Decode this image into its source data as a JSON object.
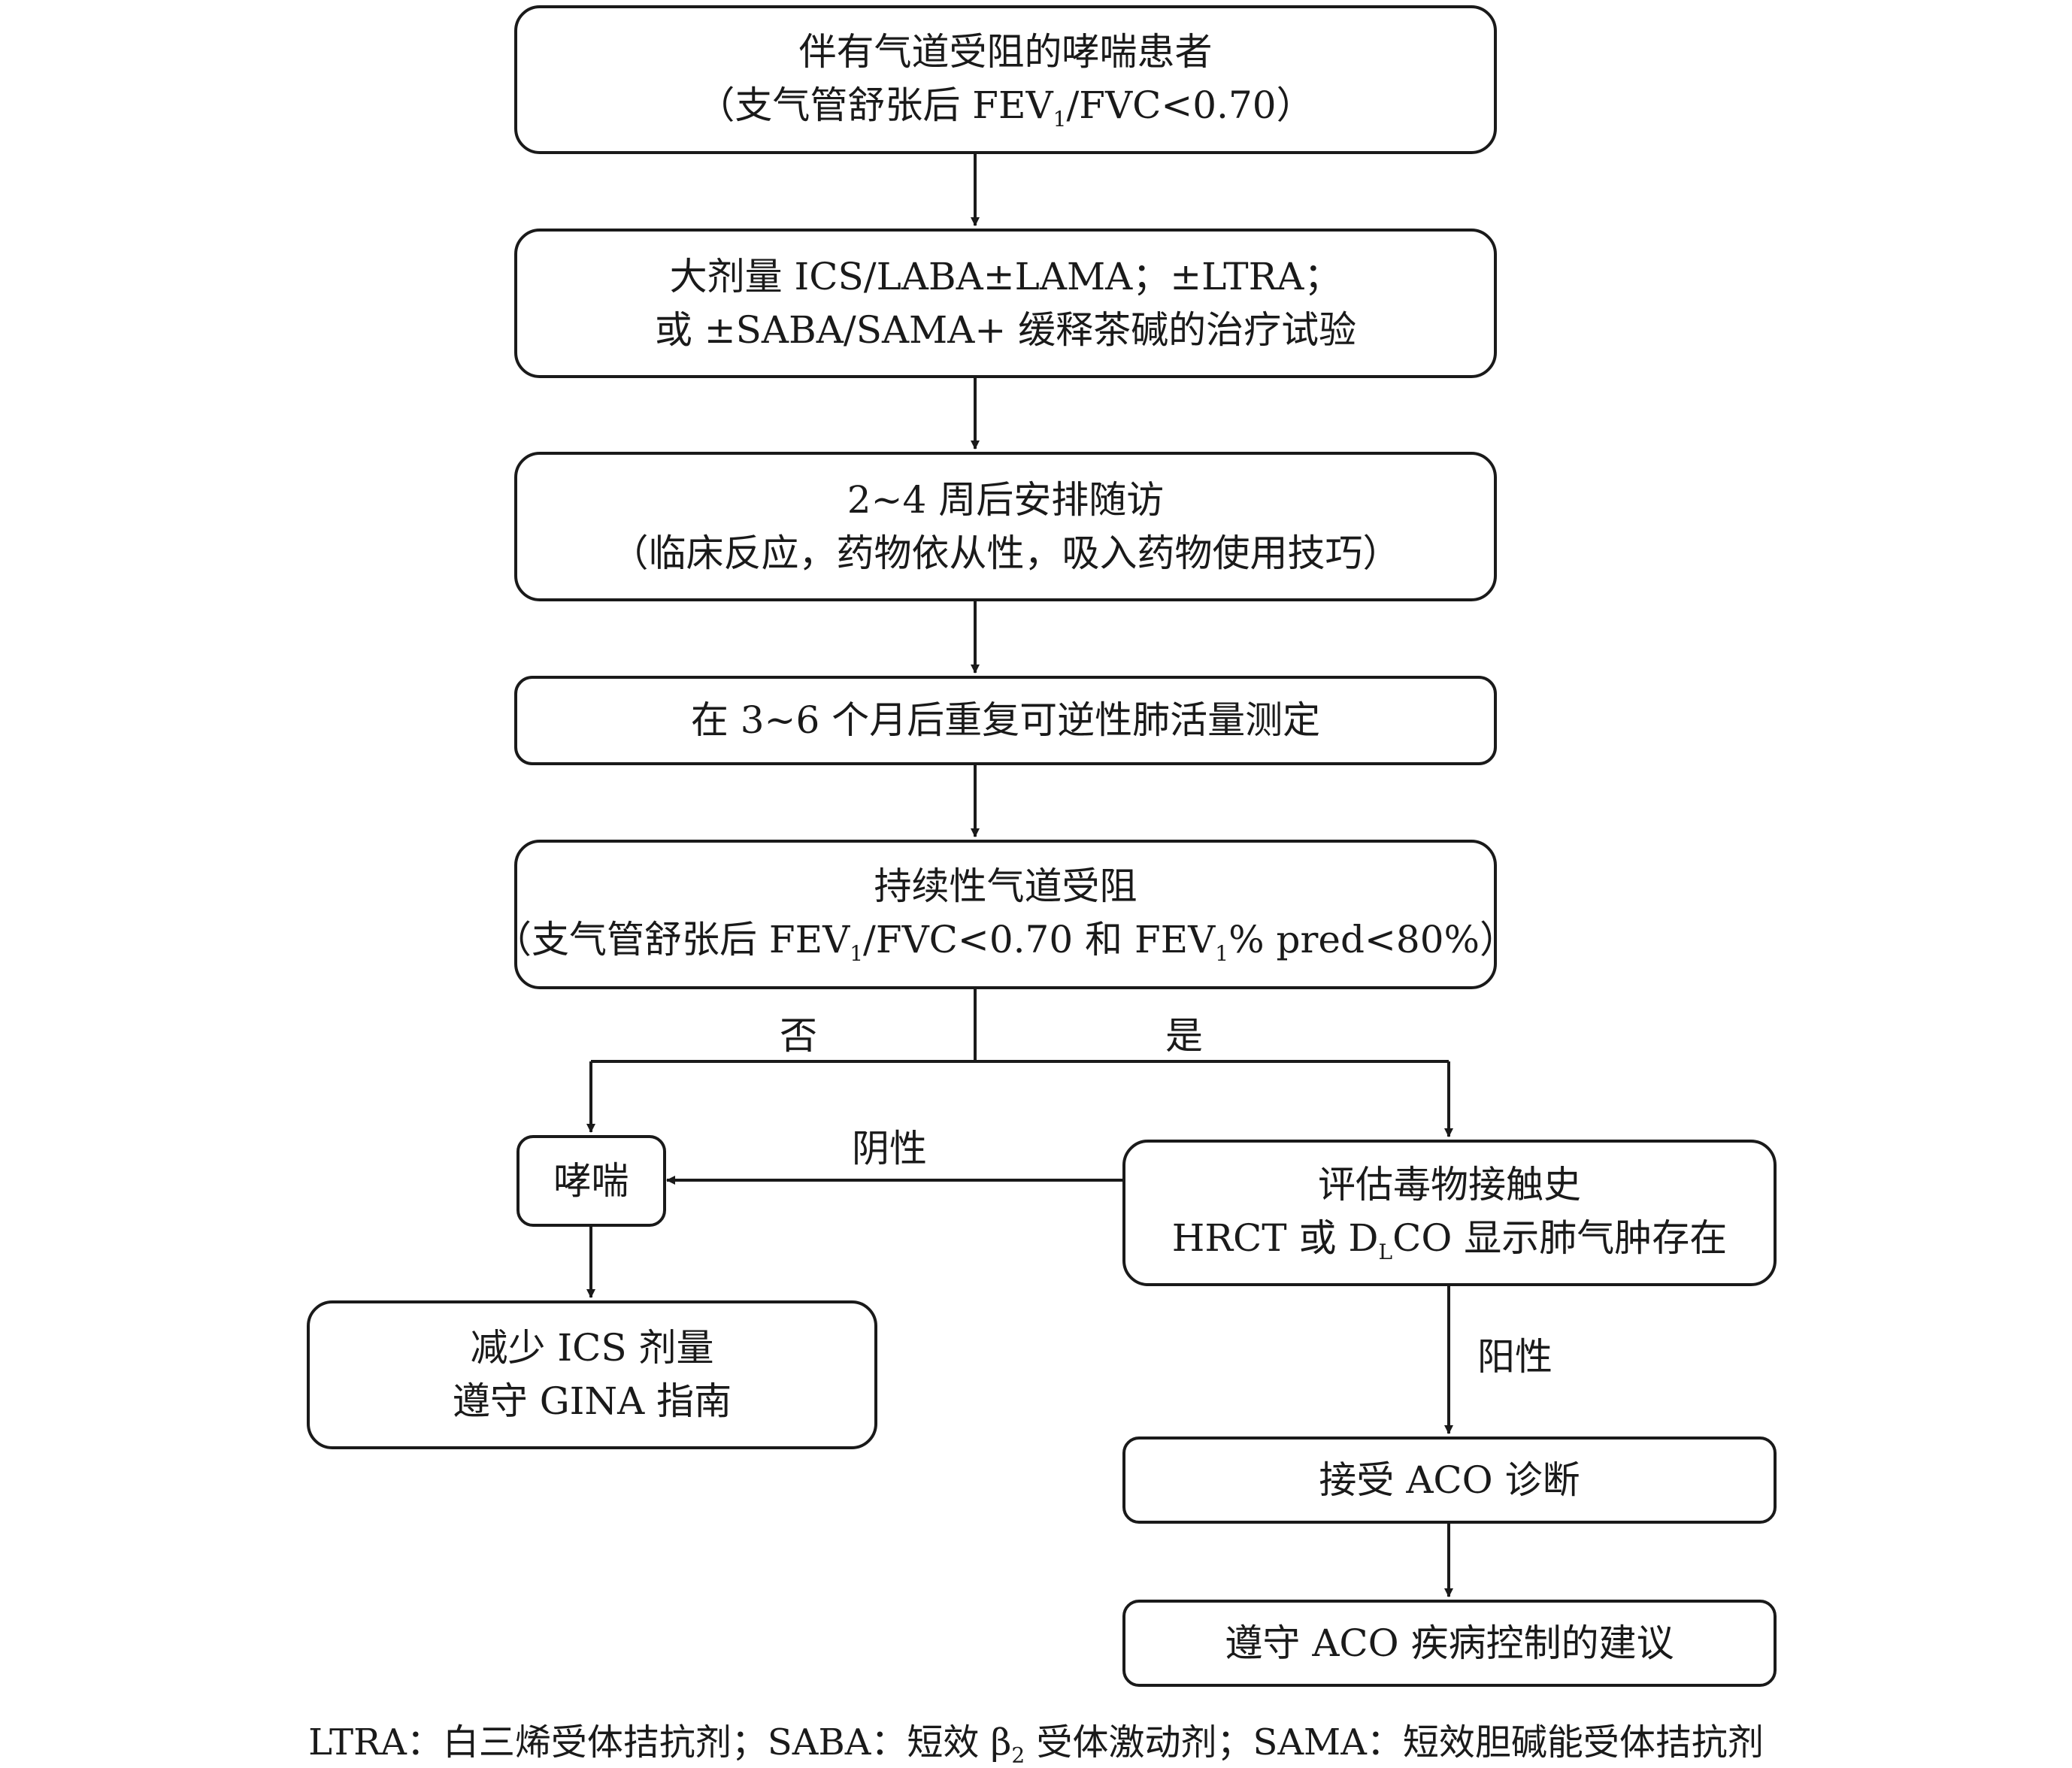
{
  "nodes": {
    "asthma_obstruction": {
      "line1": "伴有气道受阻的哮喘患者",
      "line2_pre": "（支气管舒张后 FEV",
      "line2_sub": "1",
      "line2_post": "/FVC<0.70）"
    },
    "treatment_trial": {
      "line1": "大剂量 ICS/LABA±LAMA；±LTRA；",
      "line2": "或 ±SABA/SAMA+ 缓释茶碱的治疗试验"
    },
    "followup": {
      "line1": "2~4 周后安排随访",
      "line2": "（临床反应，药物依从性，吸入药物使用技巧）"
    },
    "repeat_spirometry": {
      "line1": "在 3~6 个月后重复可逆性肺活量测定"
    },
    "persistent_obstruction": {
      "line1": "持续性气道受阻",
      "l2_a": "（支气管舒张后 FEV",
      "l2_sub1": "1",
      "l2_b": "/FVC<0.70 和 FEV",
      "l2_sub2": "1",
      "l2_c": "% pred<80%）"
    },
    "asthma": {
      "line1": "哮喘"
    },
    "evaluate": {
      "line1": "评估毒物接触史",
      "l2_a": "HRCT 或 D",
      "l2_sub": "L",
      "l2_b": "CO 显示肺气肿存在"
    },
    "reduce_ics": {
      "line1": "减少 ICS 剂量",
      "line2": "遵守 GINA 指南"
    },
    "accept_aco": {
      "line1": "接受 ACO 诊断"
    },
    "follow_aco": {
      "line1": "遵守 ACO 疾病控制的建议"
    }
  },
  "edge_labels": {
    "no": "否",
    "yes": "是",
    "negative": "阴性",
    "positive": "阳性"
  },
  "footnote": {
    "a": "LTRA：白三烯受体拮抗剂；SABA：短效 β",
    "sub": "2",
    "b": " 受体激动剂；SAMA：短效胆碱能受体拮抗剂"
  }
}
